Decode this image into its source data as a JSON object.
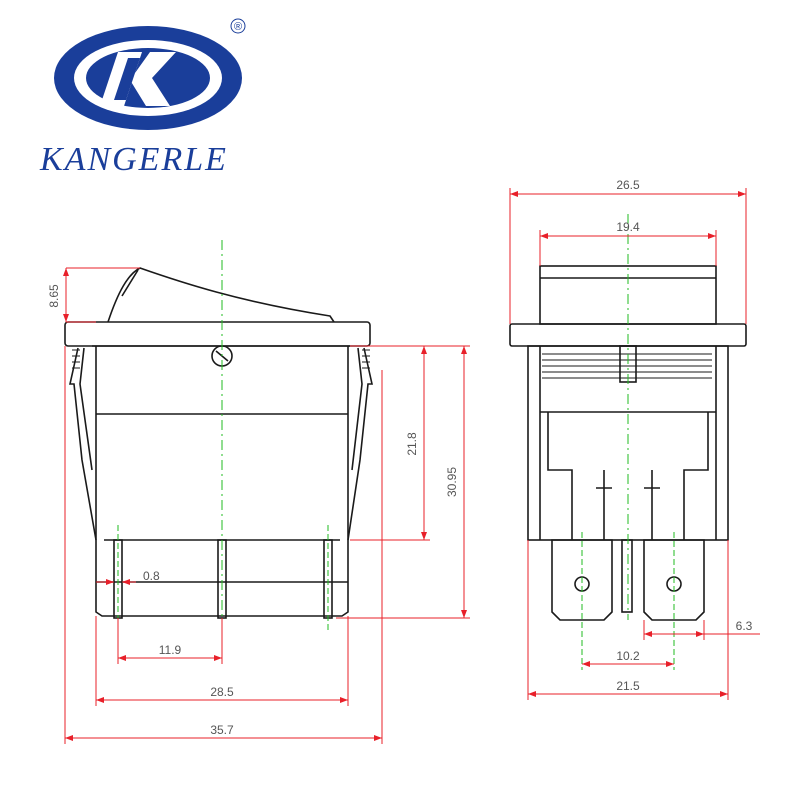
{
  "brand": {
    "name": "KANGERLE",
    "registered_mark": "®",
    "logo_icon": "kangerle-logo-icon",
    "color": "#1a3e9a"
  },
  "colors": {
    "outline": "#1a1a1a",
    "dimension": "#e8202a",
    "centerline": "#22bb22",
    "text": "#555555"
  },
  "front_view": {
    "dims": {
      "rocker_height": "8.65",
      "body_height": "21.8",
      "total_height": "30.95",
      "pin_width": "0.8",
      "pin_pitch": "11.9",
      "body_width": "28.5",
      "flange_width": "35.7"
    }
  },
  "side_view": {
    "dims": {
      "flange_width": "26.5",
      "rocker_width": "19.4",
      "terminal_width": "6.3",
      "terminal_pitch": "10.2",
      "body_width": "21.5"
    }
  }
}
